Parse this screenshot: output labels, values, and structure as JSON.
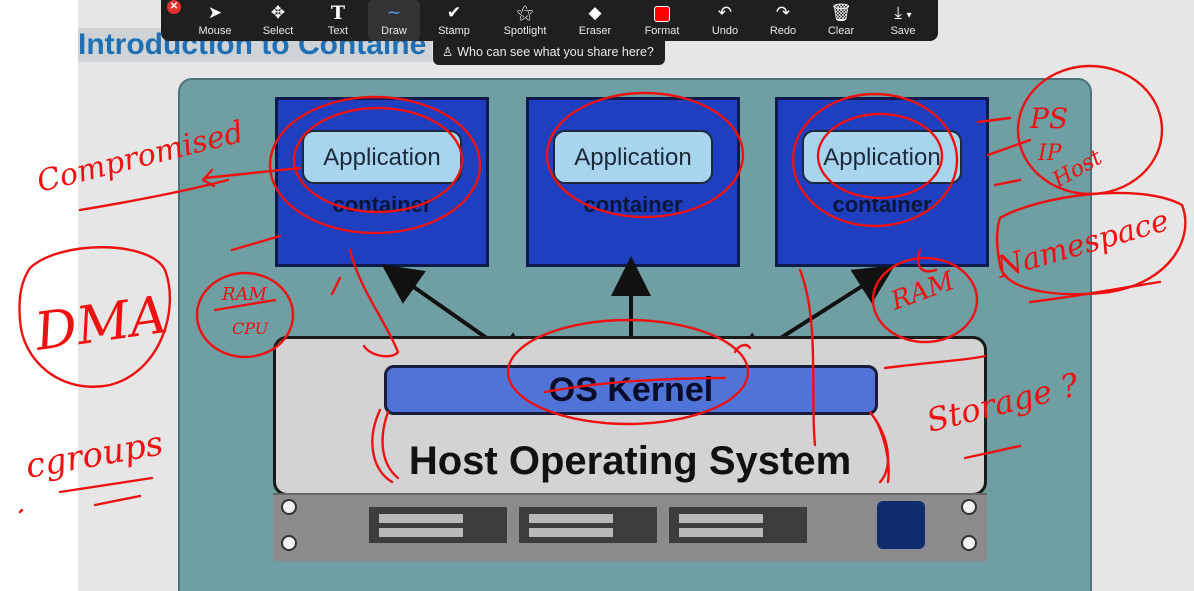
{
  "slide": {
    "title": "Introduction to Containe",
    "diagram": {
      "containers": [
        {
          "app_label": "Application",
          "container_label": "container"
        },
        {
          "app_label": "Application",
          "container_label": "container"
        },
        {
          "app_label": "Application",
          "container_label": "container"
        }
      ],
      "kernel_label": "OS Kernel",
      "host_label": "Host Operating System"
    }
  },
  "annotations": {
    "compromised": "Compromised",
    "dma": "DMA",
    "ram_cpu_top": "RAM",
    "ram_cpu_bottom": "CPU",
    "cgroups": "cgroups",
    "ps": "PS",
    "ip": "IP",
    "hostname": "Host",
    "namespace": "Namespace",
    "ram": "RAM",
    "storage": "Storage ?"
  },
  "toolbar": {
    "tools": [
      {
        "label": "Mouse",
        "icon": "pointer-arrow-icon"
      },
      {
        "label": "Select",
        "icon": "move-arrows-icon"
      },
      {
        "label": "Text",
        "icon": "text-T-icon"
      },
      {
        "label": "Draw",
        "icon": "squiggle-icon"
      },
      {
        "label": "Stamp",
        "icon": "checkmark-icon"
      },
      {
        "label": "Spotlight",
        "icon": "magic-wand-icon"
      },
      {
        "label": "Eraser",
        "icon": "eraser-icon"
      },
      {
        "label": "Format",
        "icon": "red-square-icon"
      },
      {
        "label": "Undo",
        "icon": "undo-icon"
      },
      {
        "label": "Redo",
        "icon": "redo-icon"
      },
      {
        "label": "Clear",
        "icon": "trash-icon"
      },
      {
        "label": "Save",
        "icon": "save-download-icon"
      }
    ],
    "active_tool": "Draw",
    "format_color": "#ff0000"
  },
  "share_prompt": "Who can see what you share here?",
  "colors": {
    "annotation": "#ee1111",
    "container_blue": "#1d3fc0",
    "kernel_blue": "#4f73d6",
    "diagram_teal": "#6f9ea3",
    "title_blue": "#1f6fb4"
  }
}
